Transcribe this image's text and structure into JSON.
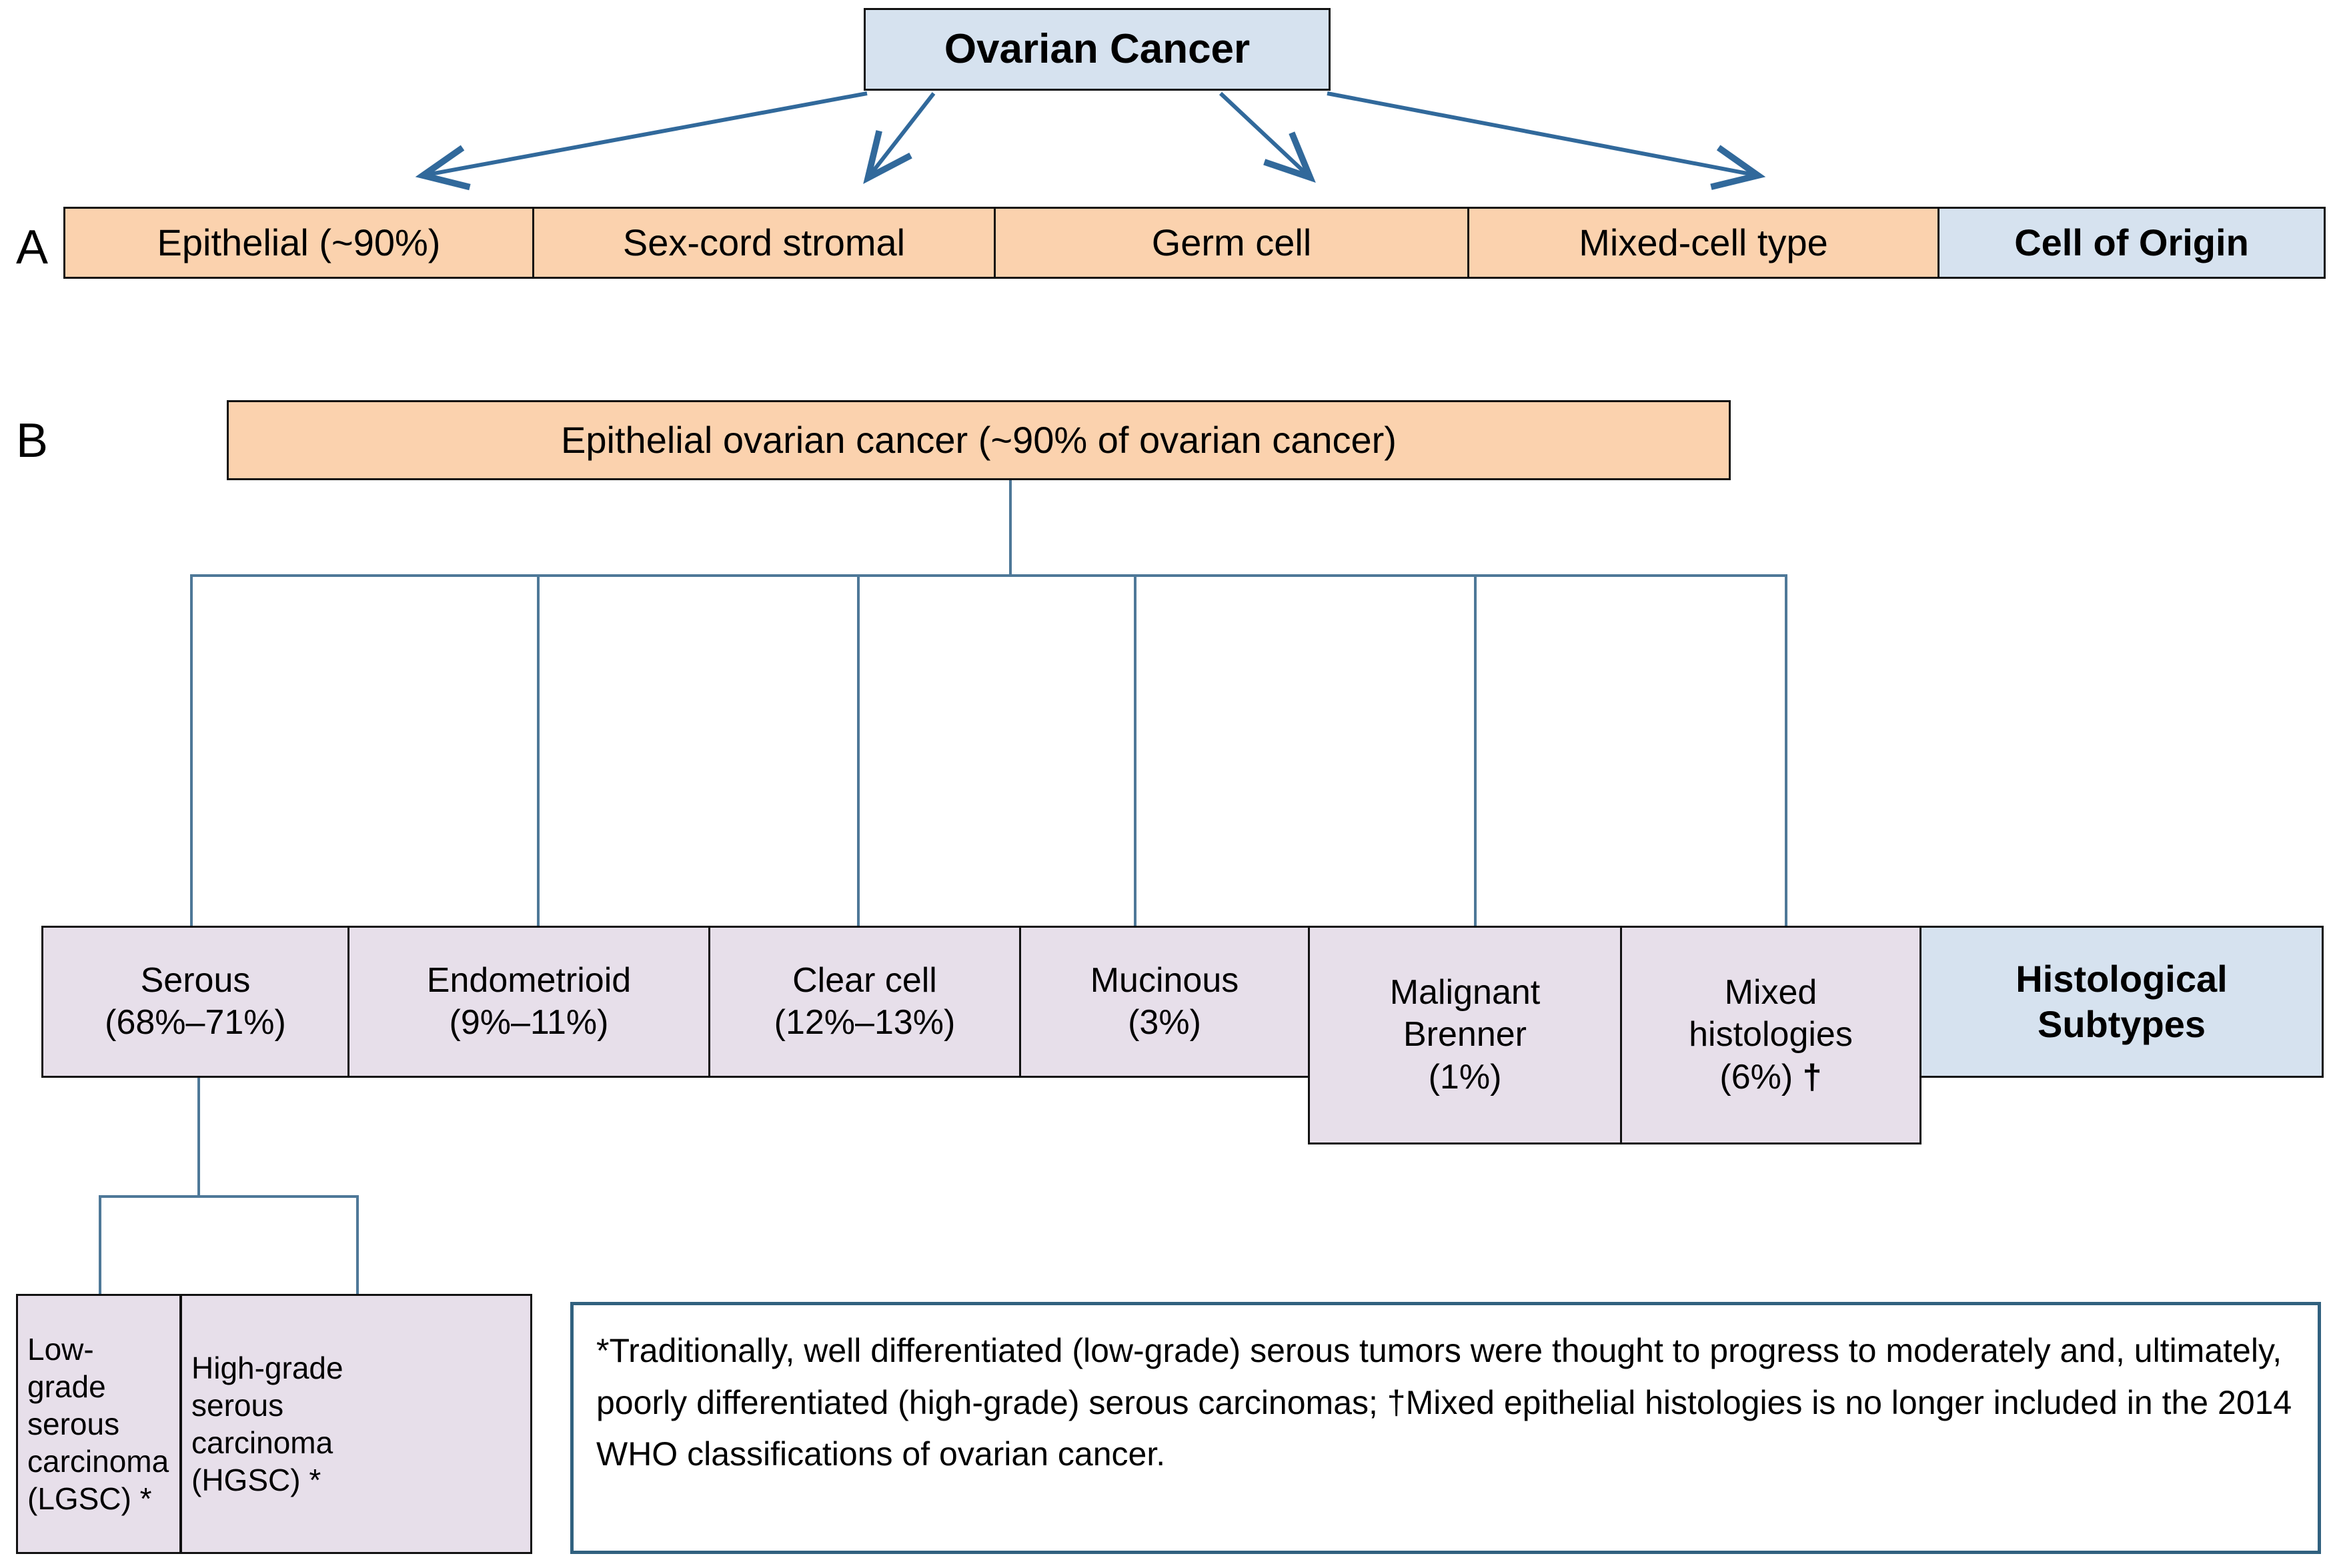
{
  "figure": {
    "panel_a_label": "A",
    "panel_b_label": "B",
    "root": {
      "label": "Ovarian Cancer"
    }
  },
  "panel_a": {
    "row_label": "Cell of Origin",
    "cells": [
      {
        "label": "Epithelial (~90%)"
      },
      {
        "label": "Sex-cord stromal"
      },
      {
        "label": "Germ cell"
      },
      {
        "label": "Mixed-cell type"
      }
    ]
  },
  "panel_b": {
    "header": {
      "label": "Epithelial ovarian cancer (~90% of ovarian cancer)"
    },
    "row_label_line1": "Histological",
    "row_label_line2": "Subtypes",
    "subtypes": [
      {
        "name": "Serous",
        "pct": "(68%–71%)",
        "dagger": ""
      },
      {
        "name": "Endometrioid",
        "pct": "(9%–11%)",
        "dagger": ""
      },
      {
        "name": "Clear cell",
        "pct": "(12%–13%)",
        "dagger": ""
      },
      {
        "name": "Mucinous",
        "pct": "(3%)",
        "dagger": ""
      },
      {
        "name": "Malignant\nBrenner",
        "pct": "(1%)",
        "dagger": ""
      },
      {
        "name": "Mixed\nhistologies",
        "pct": "(6%)",
        "dagger": " †"
      }
    ],
    "serous_grades": [
      {
        "line1": "Low-grade",
        "line2": "serous",
        "line3": "carcinoma",
        "line4": "(LGSC) *"
      },
      {
        "line1": "High-grade",
        "line2": "serous",
        "line3": "carcinoma",
        "line4": "(HGSC) *"
      }
    ]
  },
  "footnote": {
    "text": "*Traditionally, well differentiated (low-grade) serous tumors were thought to progress to moderately and, ultimately, poorly differentiated (high-grade) serous carcinomas; †Mixed epithelial histologies is no longer included in the 2014 WHO classifications of ovarian cancer."
  },
  "colors": {
    "orange_fill": "#fbd2ae",
    "blue_fill": "#d6e2ef",
    "purple_fill": "#e7dfea",
    "connector": "#4e7898",
    "note_border": "#31617f",
    "box_border": "#111111"
  }
}
